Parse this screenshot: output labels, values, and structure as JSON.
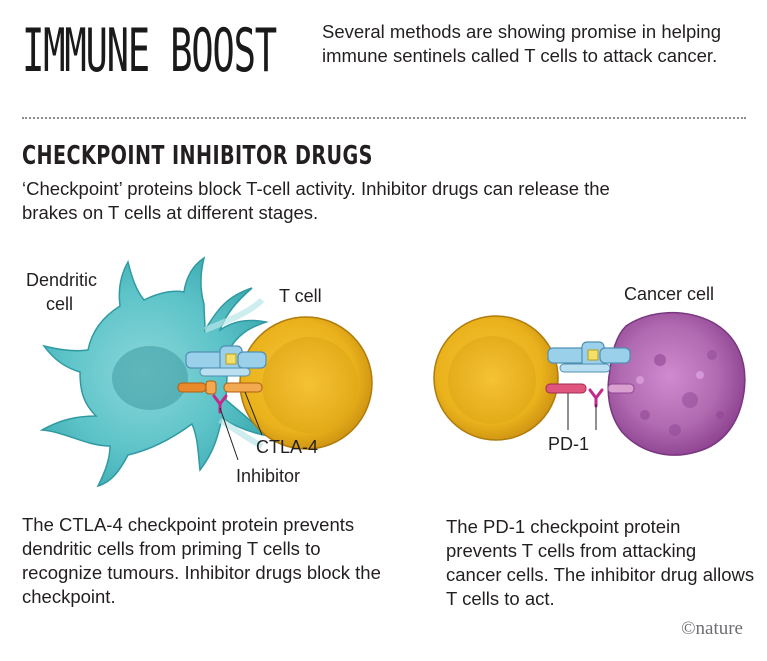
{
  "header": {
    "title": "IMMUNE BOOST",
    "intro": "Several methods are showing promise in helping immune sentinels called T cells to attack cancer."
  },
  "section": {
    "title": "CHECKPOINT INHIBITOR DRUGS",
    "description": "‘Checkpoint’ proteins block T-cell activity. Inhibitor drugs can release the brakes on T cells at different stages."
  },
  "left_panel": {
    "labels": {
      "dendritic_cell": [
        "Dendritic",
        "cell"
      ],
      "t_cell": "T cell",
      "ctla4": "CTLA-4",
      "inhibitor": "Inhibitor"
    },
    "caption": "The CTLA-4 checkpoint protein prevents dendritic cells from priming T cells to recognize tumours. Inhibitor drugs block the checkpoint."
  },
  "right_panel": {
    "labels": {
      "cancer_cell": "Cancer cell",
      "pd1": "PD-1"
    },
    "caption": "The PD-1 checkpoint protein prevents T cells from attacking cancer cells. The inhibitor drug allows T cells to act."
  },
  "credit": "©nature",
  "colors": {
    "dendritic": "#5cc3c8",
    "t_cell": "#f2b51c",
    "cancer": "#a85aa7",
    "receptor_blue": "#9bd0ea",
    "antigen_yellow": "#f3e06a",
    "ctla4_orange": "#e88a2b",
    "pd1_pink": "#e0557d",
    "inhibitor_magenta": "#c2298a"
  }
}
